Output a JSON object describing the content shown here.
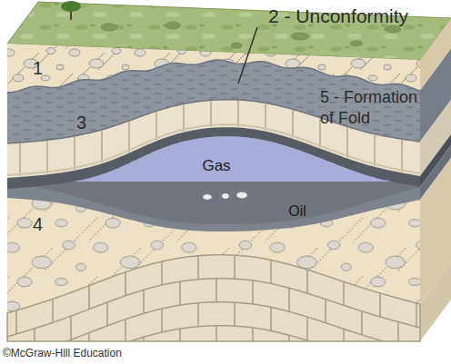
{
  "diagram": {
    "nodes": [
      {
        "text": [
          "Gas"
        ]
      },
      {
        "text": [
          "Oil"
        ]
      }
    ],
    "labels": [
      "2 - Unconformity",
      "1",
      "5 - Formation of Fold",
      "3",
      "4",
      "©McGraw-Hill Education"
    ]
  }
}
